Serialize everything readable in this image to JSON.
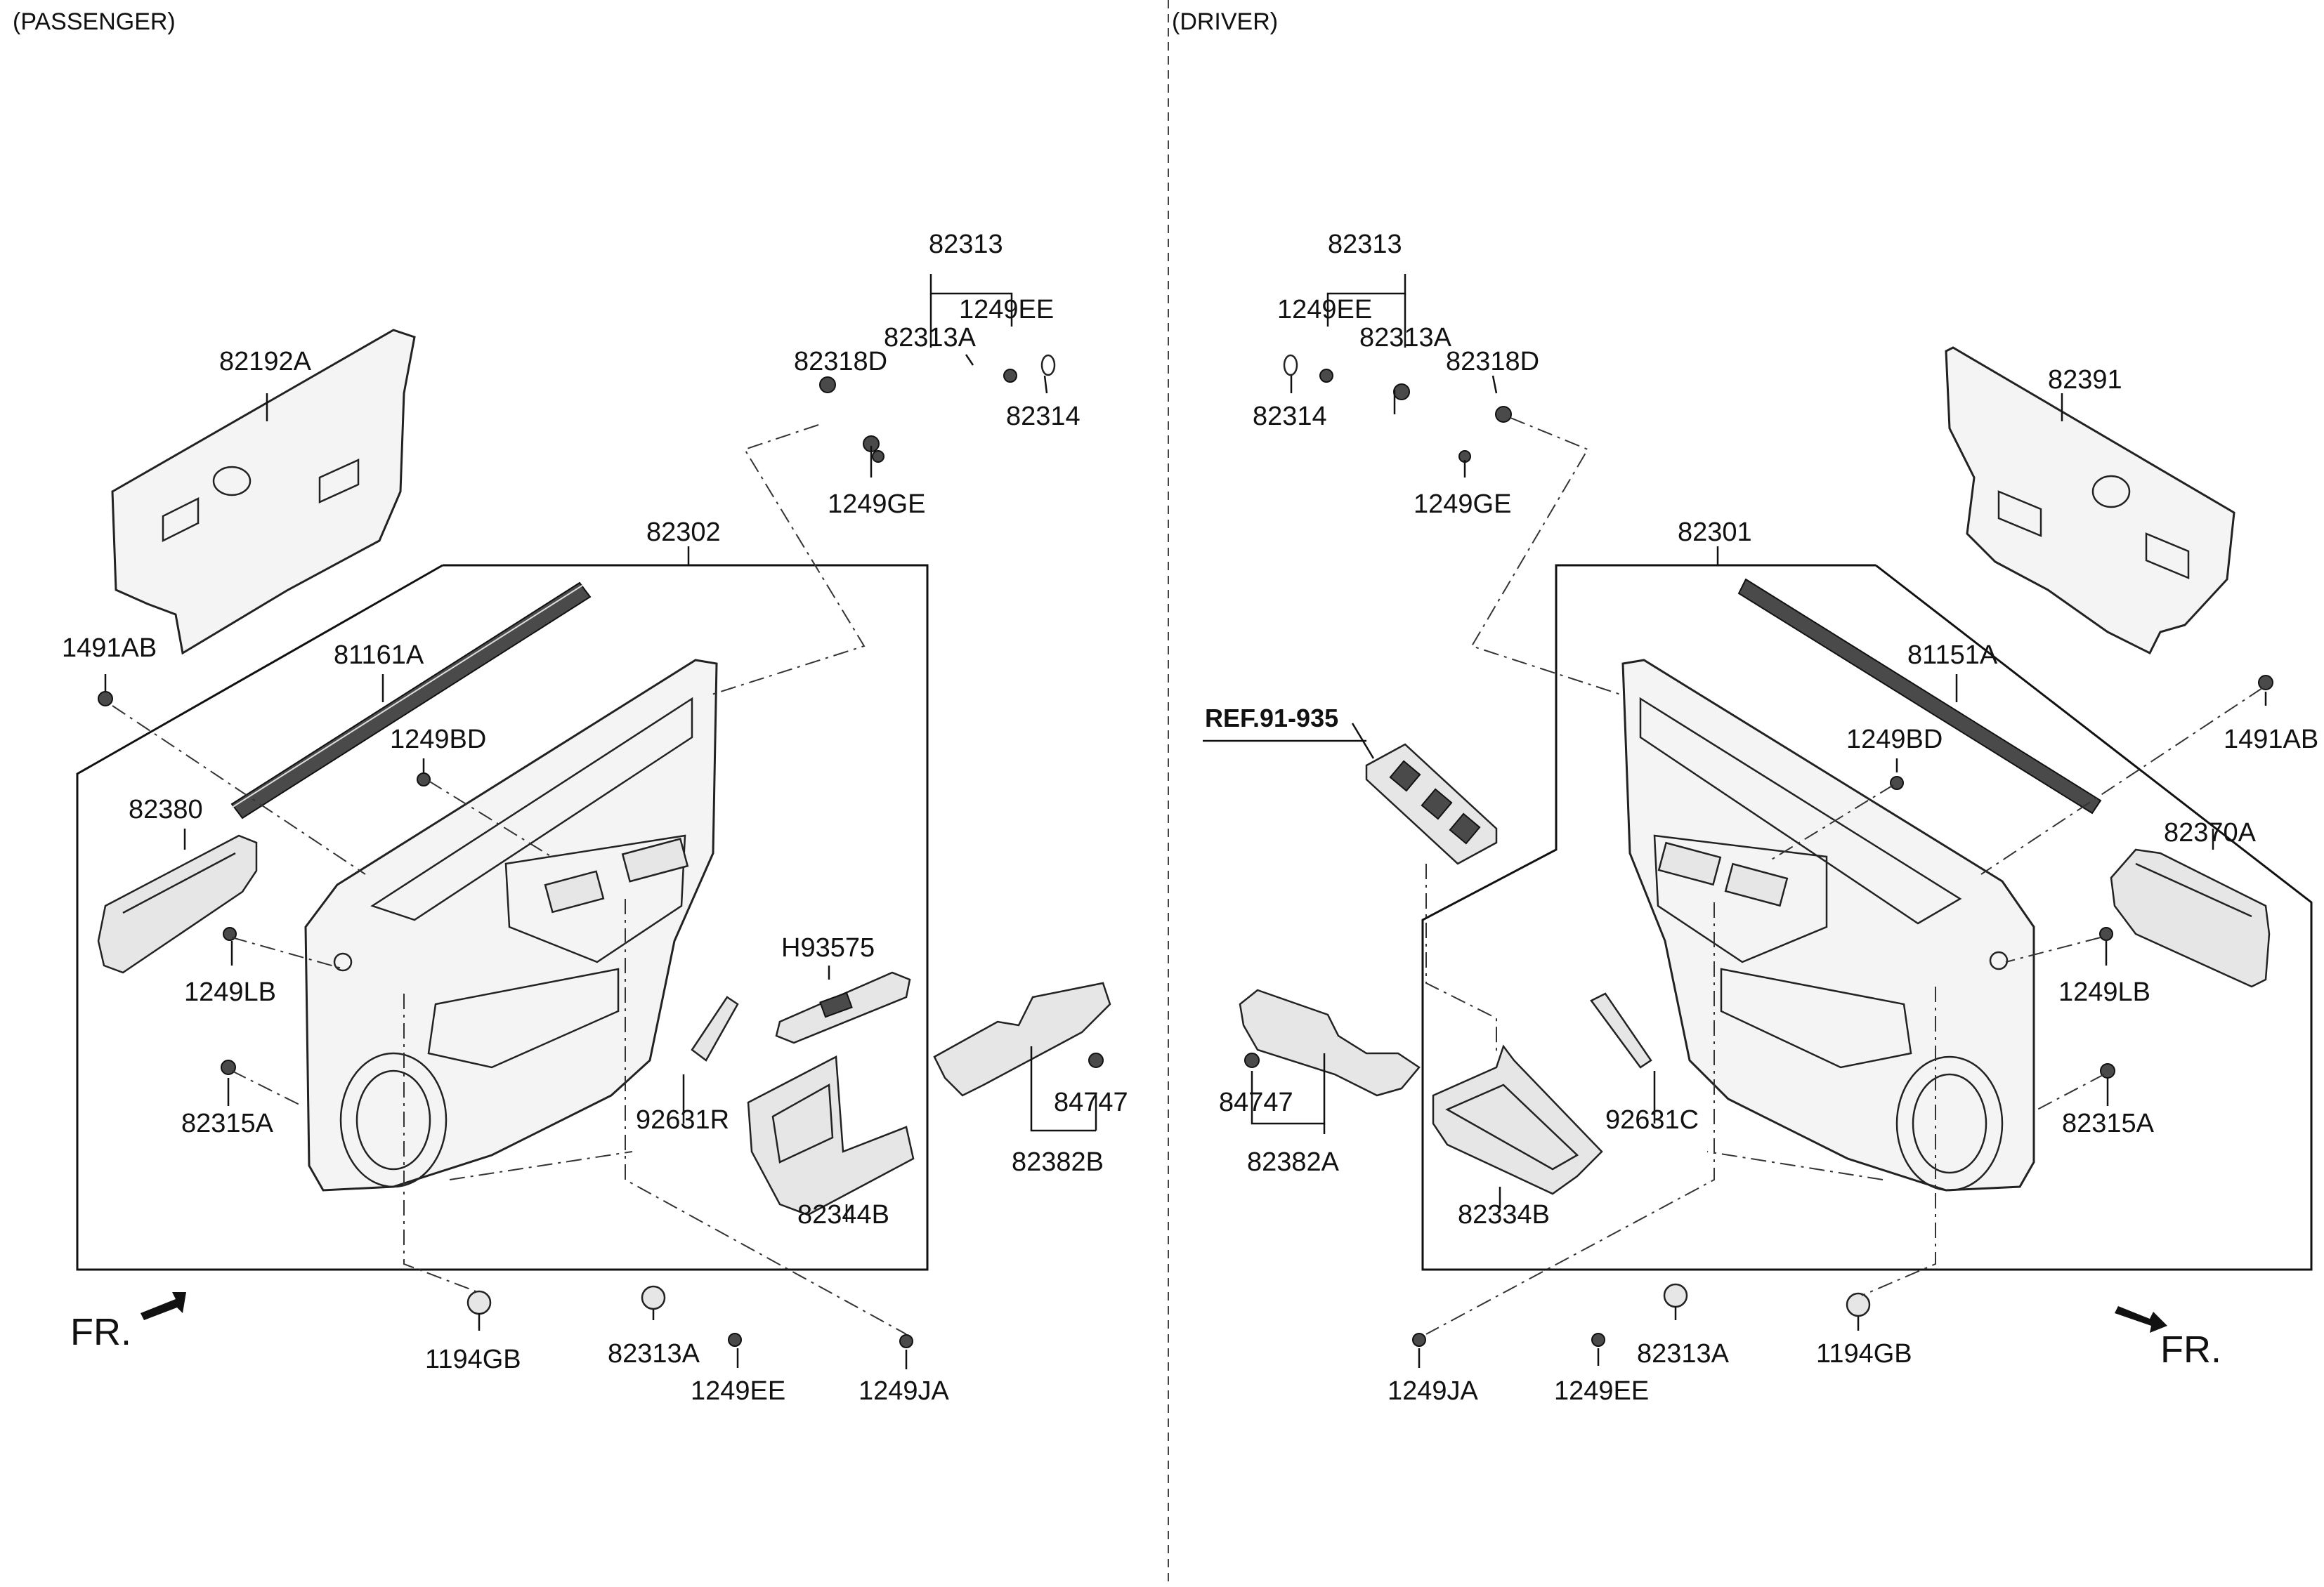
{
  "sections": {
    "passenger": "(PASSENGER)",
    "driver": "(DRIVER)"
  },
  "passenger": {
    "labels": {
      "p82313": "82313",
      "p1249EE_top": "1249EE",
      "p82313A_top": "82313A",
      "p82318D": "82318D",
      "p82314": "82314",
      "p1249GE": "1249GE",
      "p82192A": "82192A",
      "p82302": "82302",
      "p1491AB": "1491AB",
      "p81161A": "81161A",
      "p1249BD": "1249BD",
      "p82380": "82380",
      "p1249LB": "1249LB",
      "p82315A": "82315A",
      "pH93575": "H93575",
      "p92631R": "92631R",
      "p82344B": "82344B",
      "p84747": "84747",
      "p82382B": "82382B",
      "p1194GB": "1194GB",
      "p82313A_bot": "82313A",
      "p1249EE_bot": "1249EE",
      "p1249JA": "1249JA"
    },
    "fr": "FR."
  },
  "driver": {
    "labels": {
      "d82313": "82313",
      "d1249EE_top": "1249EE",
      "d82313A_top": "82313A",
      "d82318D": "82318D",
      "d82314": "82314",
      "d1249GE": "1249GE",
      "d82391": "82391",
      "d82301": "82301",
      "d81151A": "81151A",
      "d1491AB": "1491AB",
      "dREF": "REF.91-935",
      "d1249BD": "1249BD",
      "d82370A": "82370A",
      "d1249LB": "1249LB",
      "d82315A": "82315A",
      "d84747": "84747",
      "d82382A": "82382A",
      "d92631C": "92631C",
      "d82334B": "82334B",
      "d1249JA": "1249JA",
      "d1249EE_bot": "1249EE",
      "d82313A_bot": "82313A",
      "d1194GB": "1194GB"
    },
    "fr": "FR."
  }
}
